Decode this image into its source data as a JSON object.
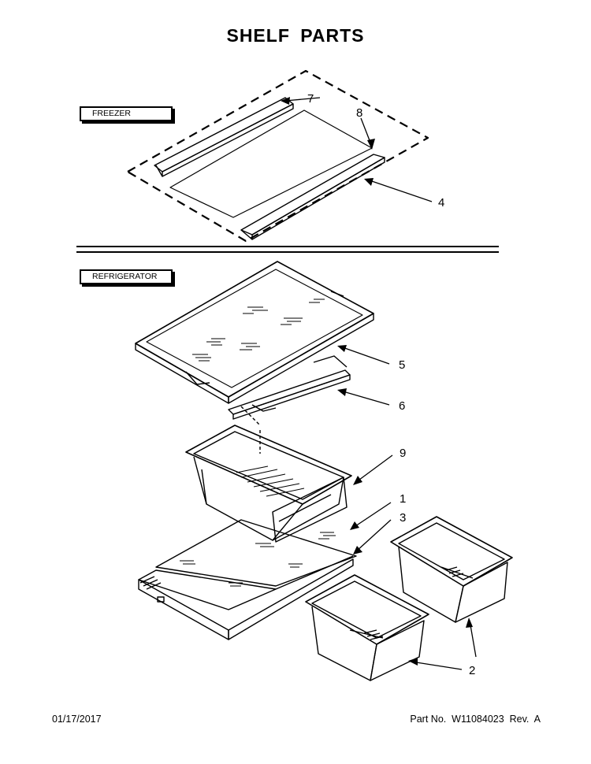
{
  "title": "SHELF PARTS",
  "sections": {
    "freezer": "FREEZER",
    "refrigerator": "REFRIGERATOR"
  },
  "callouts": {
    "c7": "7",
    "c8": "8",
    "c4": "4",
    "c5": "5",
    "c6": "6",
    "c9": "9",
    "c1": "1",
    "c3": "3",
    "c2": "2"
  },
  "footer": {
    "date": "01/17/2017",
    "part_no": "Part No.  W11084023  Rev.  A"
  }
}
